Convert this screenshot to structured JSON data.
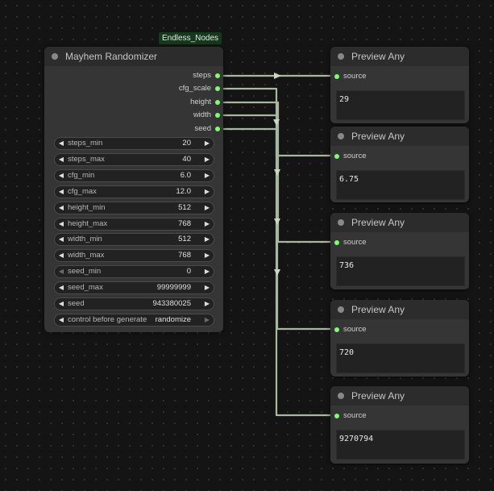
{
  "badge": "Endless_Nodes",
  "randomizer": {
    "title": "Mayhem Randomizer",
    "outputs": [
      "steps",
      "cfg_scale",
      "height",
      "width",
      "seed"
    ],
    "widgets": [
      {
        "name": "steps_min",
        "value": "20"
      },
      {
        "name": "steps_max",
        "value": "40"
      },
      {
        "name": "cfg_min",
        "value": "6.0"
      },
      {
        "name": "cfg_max",
        "value": "12.0"
      },
      {
        "name": "height_min",
        "value": "512"
      },
      {
        "name": "height_max",
        "value": "768"
      },
      {
        "name": "width_min",
        "value": "512"
      },
      {
        "name": "width_max",
        "value": "768"
      },
      {
        "name": "seed_min",
        "value": "0"
      },
      {
        "name": "seed_max",
        "value": "99999999"
      },
      {
        "name": "seed",
        "value": "943380025"
      },
      {
        "name": "control before generate",
        "value": "randomize"
      }
    ]
  },
  "previews": [
    {
      "title": "Preview Any",
      "input": "source",
      "output": "29"
    },
    {
      "title": "Preview Any",
      "input": "source",
      "output": "6.75"
    },
    {
      "title": "Preview Any",
      "input": "source",
      "output": "736"
    },
    {
      "title": "Preview Any",
      "input": "source",
      "output": "720"
    },
    {
      "title": "Preview Any",
      "input": "source",
      "output": "9270794"
    }
  ],
  "colors": {
    "socket": "#7CFF6E",
    "link": "#b8c9b0",
    "badge_bg": "#153a1b"
  },
  "icons": {
    "arrow_left": "◀",
    "arrow_right": "▶"
  }
}
